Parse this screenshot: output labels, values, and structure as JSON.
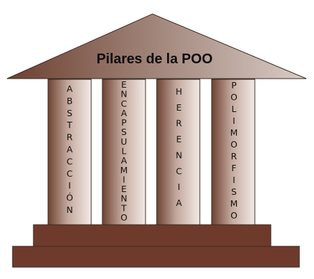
{
  "title": "Pilares de la POO",
  "pillars": [
    {
      "word": "ABSTRACCIÓN"
    },
    {
      "word": "ENCAPSULAMIENTO"
    },
    {
      "word": "HERENCIA"
    },
    {
      "word": "POLIMORFISMO"
    }
  ],
  "colors": {
    "dark_brown": "#6b4030",
    "light_brown": "#d8c7c0",
    "step_brown": "#6e3a2c",
    "outline": "#3a2a22"
  }
}
